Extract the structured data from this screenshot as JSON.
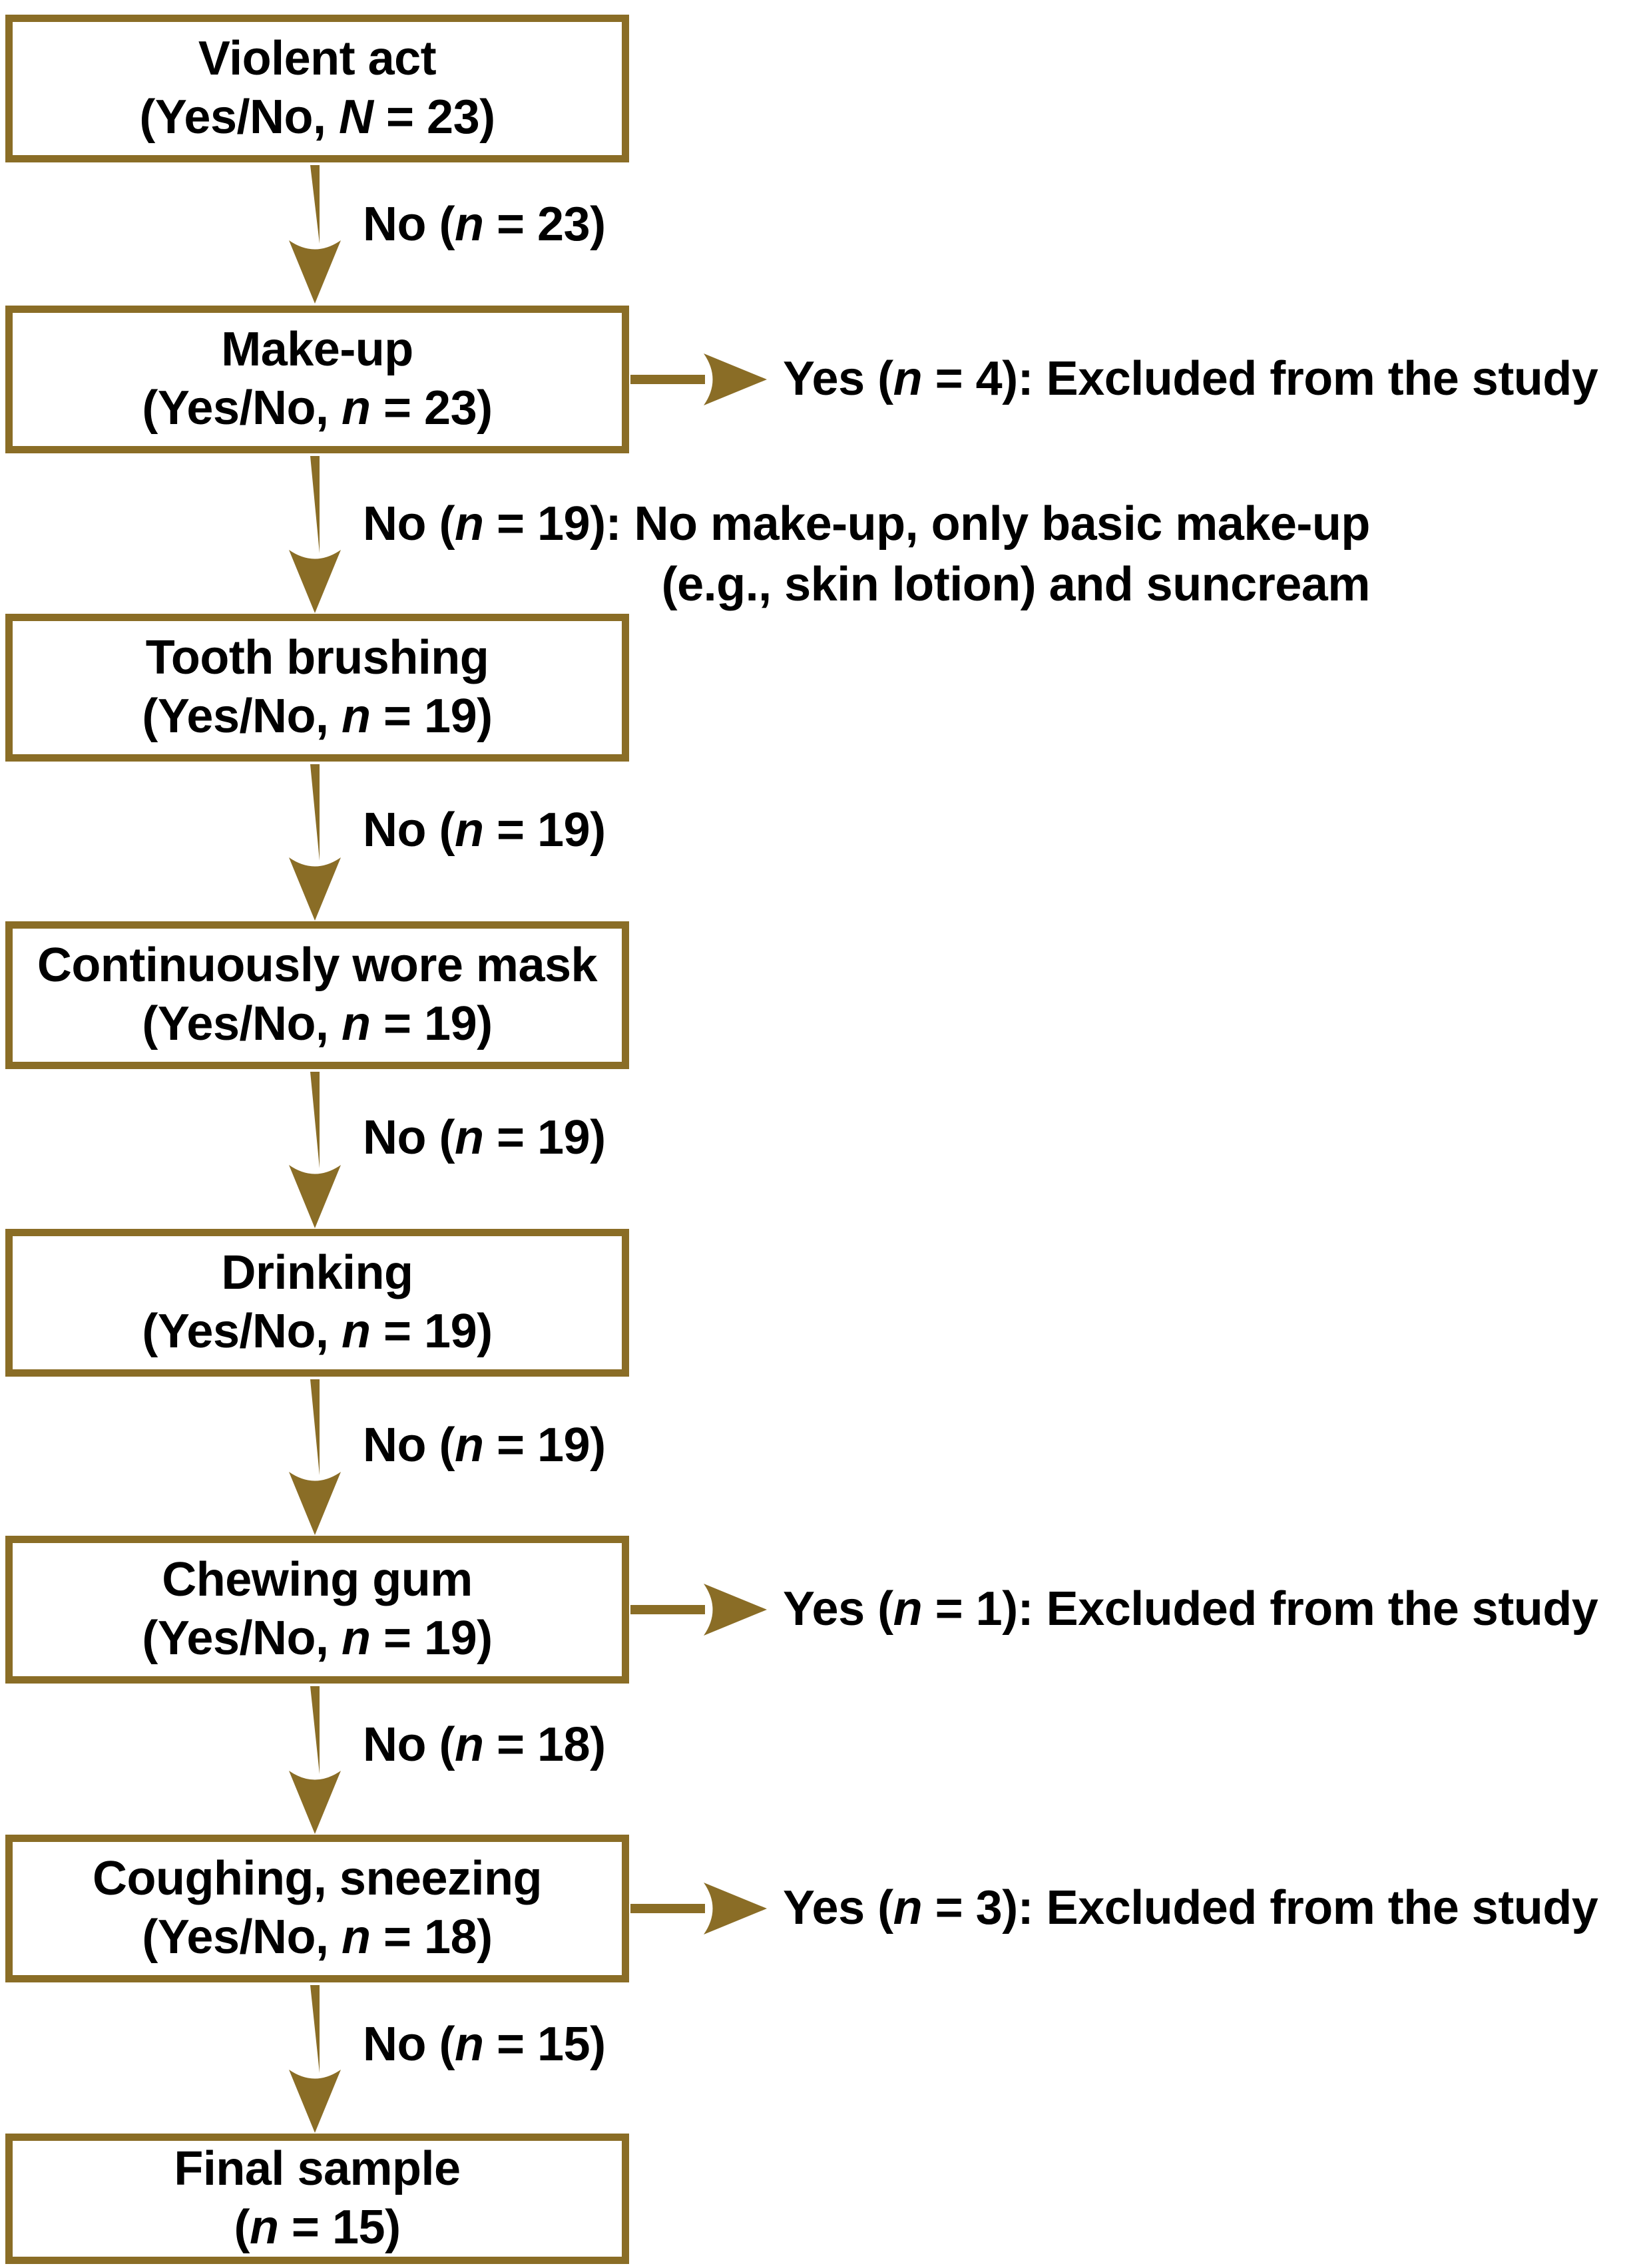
{
  "figure": {
    "type": "flowchart",
    "orientation": "vertical",
    "colors": {
      "box_border": "#8a6d26",
      "arrow": "#8a6d26",
      "text": "#000000",
      "background": "#ffffff"
    }
  },
  "nodes": [
    {
      "id": "violent-act",
      "line1": "Violent act",
      "line2_pre": "(Yes/No, ",
      "line2_italic": "N",
      "line2_post": " = 23)"
    },
    {
      "id": "make-up",
      "line1": "Make-up",
      "line2_pre": "(Yes/No, ",
      "line2_italic": "n",
      "line2_post": " = 23)"
    },
    {
      "id": "tooth-brushing",
      "line1": "Tooth brushing",
      "line2_pre": "(Yes/No, ",
      "line2_italic": "n",
      "line2_post": " = 19)"
    },
    {
      "id": "continuously-wore-mask",
      "line1": "Continuously wore mask",
      "line2_pre": "(Yes/No, ",
      "line2_italic": "n",
      "line2_post": " = 19)"
    },
    {
      "id": "drinking",
      "line1": "Drinking",
      "line2_pre": "(Yes/No, ",
      "line2_italic": "n",
      "line2_post": " = 19)"
    },
    {
      "id": "chewing-gum",
      "line1": "Chewing gum",
      "line2_pre": "(Yes/No, ",
      "line2_italic": "n",
      "line2_post": " = 19)"
    },
    {
      "id": "coughing-sneezing",
      "line1": "Coughing, sneezing",
      "line2_pre": "(Yes/No, ",
      "line2_italic": "n",
      "line2_post": " = 18)"
    },
    {
      "id": "final-sample",
      "line1": "Final sample",
      "line2_pre": "(",
      "line2_italic": "n",
      "line2_post": " = 15)"
    }
  ],
  "no_edges": [
    {
      "id": "no-23",
      "pre": "No (",
      "italic": "n",
      "post": " = 23)"
    },
    {
      "id": "no-19-makeup",
      "pre": "No (",
      "italic": "n",
      "post": " = 19): No make-up, only basic make-up",
      "line2": "(e.g., skin lotion) and suncream"
    },
    {
      "id": "no-19-tooth",
      "pre": "No (",
      "italic": "n",
      "post": " = 19)"
    },
    {
      "id": "no-19-mask",
      "pre": "No (",
      "italic": "n",
      "post": " = 19)"
    },
    {
      "id": "no-19-drinking",
      "pre": "No (",
      "italic": "n",
      "post": " = 19)"
    },
    {
      "id": "no-18-gum",
      "pre": "No (",
      "italic": "n",
      "post": " = 18)"
    },
    {
      "id": "no-15-cough",
      "pre": "No (",
      "italic": "n",
      "post": " = 15)"
    }
  ],
  "yes_edges": [
    {
      "id": "yes-4-makeup",
      "pre": "Yes (",
      "italic": "n",
      "post": " = 4): Excluded from the study"
    },
    {
      "id": "yes-1-gum",
      "pre": "Yes (",
      "italic": "n",
      "post": " = 1): Excluded from the study"
    },
    {
      "id": "yes-3-cough",
      "pre": "Yes (",
      "italic": "n",
      "post": " = 3): Excluded from the study"
    }
  ]
}
